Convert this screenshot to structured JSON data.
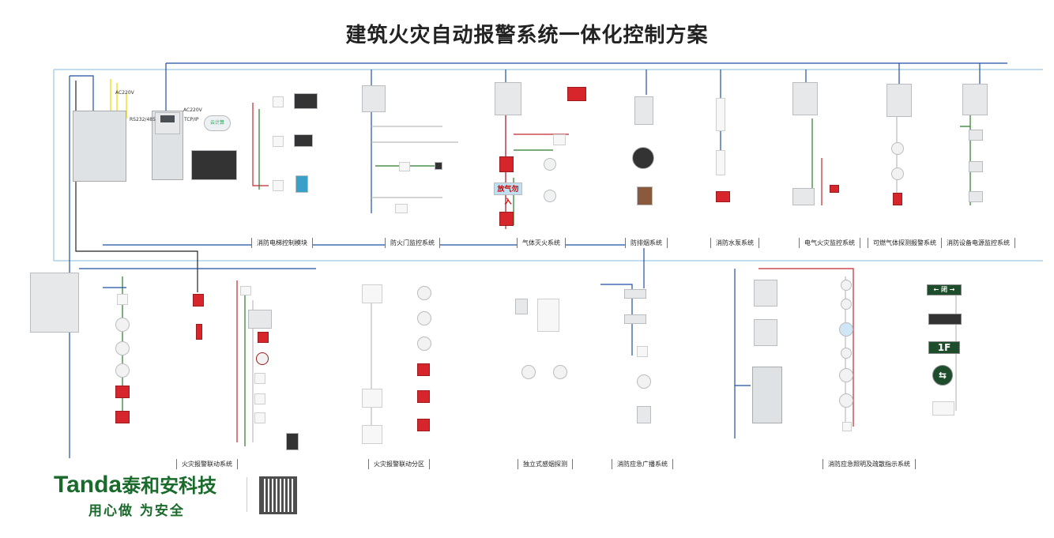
{
  "title": "建筑火灾自动报警系统一体化控制方案",
  "colors": {
    "bus_blue": "#1f4fa0",
    "bus_light": "#9cc8e0",
    "power_red": "#c0272d",
    "signal_green": "#2a7a2a",
    "power_yellow": "#e8d800",
    "brand_green": "#1a6a2c"
  },
  "wire_labels": {
    "rs": "RS232/485",
    "tcp": "TCP/IP",
    "ac1": "AC220V",
    "ac2": "AC220V",
    "cloud": "云计算",
    "gas_sign": "放气勿入",
    "floor_sign": "1F",
    "exit_sign": "← 闭 →"
  },
  "sections_top": [
    "消防电梯控制模块",
    "防火门监控系统",
    "气体灭火系统",
    "防排烟系统",
    "消防水泵系统",
    "电气火灾监控系统",
    "可燃气体探测报警系统",
    "消防设备电源监控系统"
  ],
  "sections_bottom": [
    "火灾报警联动系统",
    "火灾报警联动分区",
    "独立式感烟探测",
    "消防应急广播系统",
    "消防应急照明及疏散指示系统"
  ],
  "logo": {
    "brand": "Tanda",
    "cn": "泰和安科技",
    "slogan": "用心做  为安全"
  }
}
